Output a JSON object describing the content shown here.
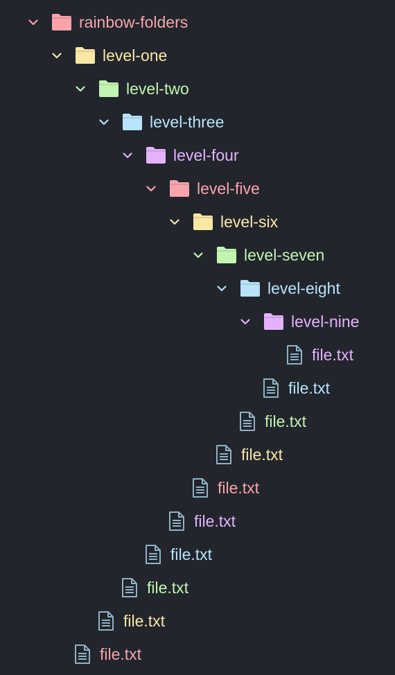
{
  "colors": {
    "background": "#22252c",
    "red": "#f9a4ab",
    "yellow": "#f9e7a6",
    "green": "#c2f5b1",
    "blue": "#b7e4fa",
    "purple": "#e4b2fb",
    "file_icon": "#8fb3c6"
  },
  "tree": [
    {
      "label": "rainbow-folders",
      "type": "folder",
      "expanded": true,
      "depth": 0,
      "color": "red",
      "icon": "folder-icon"
    },
    {
      "label": "level-one",
      "type": "folder",
      "expanded": true,
      "depth": 1,
      "color": "yellow",
      "icon": "folder-icon"
    },
    {
      "label": "level-two",
      "type": "folder",
      "expanded": true,
      "depth": 2,
      "color": "green",
      "icon": "folder-icon"
    },
    {
      "label": "level-three",
      "type": "folder",
      "expanded": true,
      "depth": 3,
      "color": "blue",
      "icon": "folder-icon"
    },
    {
      "label": "level-four",
      "type": "folder",
      "expanded": true,
      "depth": 4,
      "color": "purple",
      "icon": "folder-icon"
    },
    {
      "label": "level-five",
      "type": "folder",
      "expanded": true,
      "depth": 5,
      "color": "red",
      "icon": "folder-icon"
    },
    {
      "label": "level-six",
      "type": "folder",
      "expanded": true,
      "depth": 6,
      "color": "yellow",
      "icon": "folder-icon"
    },
    {
      "label": "level-seven",
      "type": "folder",
      "expanded": true,
      "depth": 7,
      "color": "green",
      "icon": "folder-icon"
    },
    {
      "label": "level-eight",
      "type": "folder",
      "expanded": true,
      "depth": 8,
      "color": "blue",
      "icon": "folder-icon"
    },
    {
      "label": "level-nine",
      "type": "folder",
      "expanded": true,
      "depth": 9,
      "color": "purple",
      "icon": "folder-icon"
    },
    {
      "label": "file.txt",
      "type": "file",
      "depth": 10,
      "color": "purple",
      "icon": "text-file-icon"
    },
    {
      "label": "file.txt",
      "type": "file",
      "depth": 9,
      "color": "blue",
      "icon": "text-file-icon"
    },
    {
      "label": "file.txt",
      "type": "file",
      "depth": 8,
      "color": "green",
      "icon": "text-file-icon"
    },
    {
      "label": "file.txt",
      "type": "file",
      "depth": 7,
      "color": "yellow",
      "icon": "text-file-icon"
    },
    {
      "label": "file.txt",
      "type": "file",
      "depth": 6,
      "color": "red",
      "icon": "text-file-icon"
    },
    {
      "label": "file.txt",
      "type": "file",
      "depth": 5,
      "color": "purple",
      "icon": "text-file-icon"
    },
    {
      "label": "file.txt",
      "type": "file",
      "depth": 4,
      "color": "blue",
      "icon": "text-file-icon"
    },
    {
      "label": "file.txt",
      "type": "file",
      "depth": 3,
      "color": "green",
      "icon": "text-file-icon"
    },
    {
      "label": "file.txt",
      "type": "file",
      "depth": 2,
      "color": "yellow",
      "icon": "text-file-icon"
    },
    {
      "label": "file.txt",
      "type": "file",
      "depth": 1,
      "color": "red",
      "icon": "text-file-icon"
    }
  ]
}
